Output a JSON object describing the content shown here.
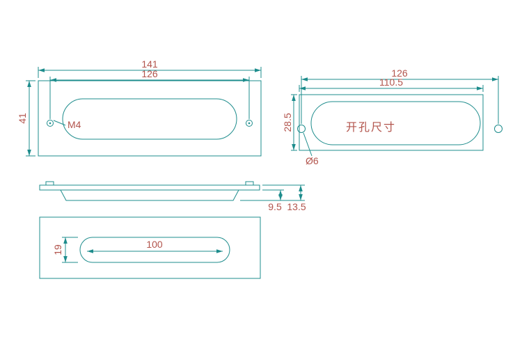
{
  "drawing": {
    "colors": {
      "line": "#1d8c8c",
      "text": "#b2544c"
    },
    "front": {
      "overall_width": "141",
      "hole_spacing": "126",
      "height": "41",
      "thread": "M4"
    },
    "cutout": {
      "hole_spacing": "126",
      "width": "110.5",
      "height": "28.5",
      "hole_diameter": "Ø6",
      "label": "开孔尺寸"
    },
    "side": {
      "recess_depth": "9.5",
      "total_depth": "13.5"
    },
    "back": {
      "slot_height": "19",
      "slot_length": "100"
    }
  }
}
